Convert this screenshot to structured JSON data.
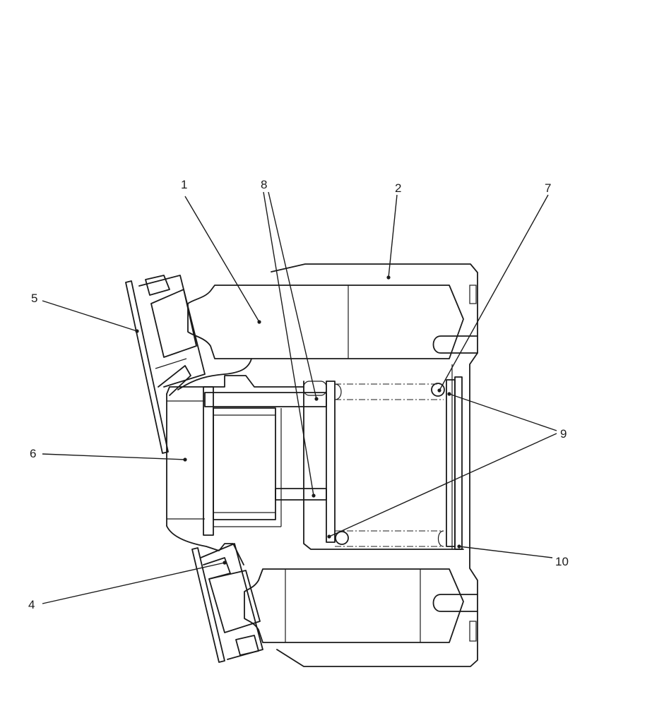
{
  "labels": {
    "l1": "1",
    "l2": "2",
    "l4": "4",
    "l5": "5",
    "l6": "6",
    "l7": "7",
    "l8": "8",
    "l9": "9",
    "l10": "10"
  }
}
